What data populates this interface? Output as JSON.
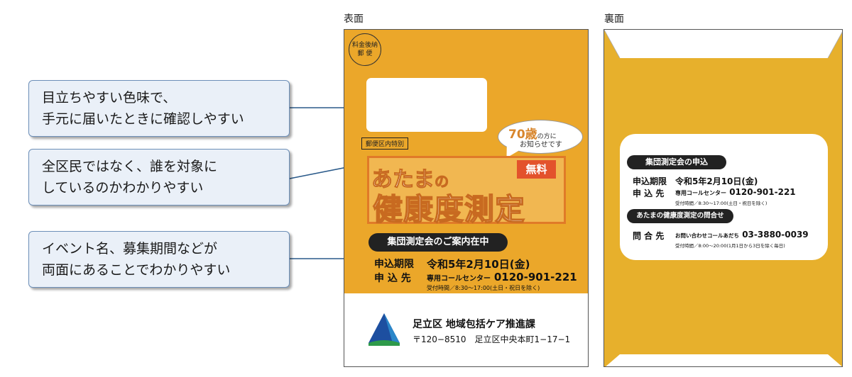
{
  "labels": {
    "front": "表面",
    "back": "裏面"
  },
  "callouts": [
    {
      "line1": "目立ちやすい色味で、",
      "line2": "手元に届いたときに確認しやすい"
    },
    {
      "line1": "全区民ではなく、誰を対象に",
      "line2": "しているのかわかりやすい"
    },
    {
      "line1": "イベント名、募集期間などが",
      "line2": "両面にあることでわかりやすい"
    }
  ],
  "front": {
    "stamp_line1": "料金後納",
    "stamp_line2": "郵 便",
    "tokubetsu": "郵便区内特別",
    "bubble_age": "70歳",
    "bubble_age_suffix": "の方に",
    "bubble_line2": "お知らせです",
    "free": "無料",
    "title_part1": "あたま",
    "title_part1_small": "の",
    "title_part2": "健康度測定",
    "annai": "集団測定会のご案内在中",
    "deadline_label": "申込期限",
    "deadline_value": "令和5年2月10日(金)",
    "apply_label": "申 込 先",
    "apply_center": "専用コールセンター",
    "apply_tel": "0120-901-221",
    "reception": "受付時間／8:30〜17:00(土日・祝日を除く)",
    "office": "足立区 地域包括ケア推進課",
    "address": "〒120−8510　足立区中央本町1−17−1"
  },
  "back": {
    "pill1": "集団測定会の申込",
    "deadline_label": "申込期限",
    "deadline_value": "令和5年2月10日(金)",
    "apply_label": "申 込 先",
    "apply_center": "専用コールセンター",
    "apply_tel": "0120-901-221",
    "reception": "受付時間／8:30〜17:00(土日・祝日を除く)",
    "pill2": "あたまの健康度測定の問合せ",
    "inquiry_label": "問 合 先",
    "inquiry_center": "お問い合わせコールあだち",
    "inquiry_tel": "03-3880-0039",
    "inquiry_reception": "受付時間／8:00〜20:00(1月1日から3日を除く毎日)"
  },
  "colors": {
    "envelope_orange": "#eba72a",
    "back_orange": "#e7b02c",
    "free_red": "#e3522c",
    "callout_border": "#6d8fb8",
    "connector": "#2a5a8a"
  }
}
